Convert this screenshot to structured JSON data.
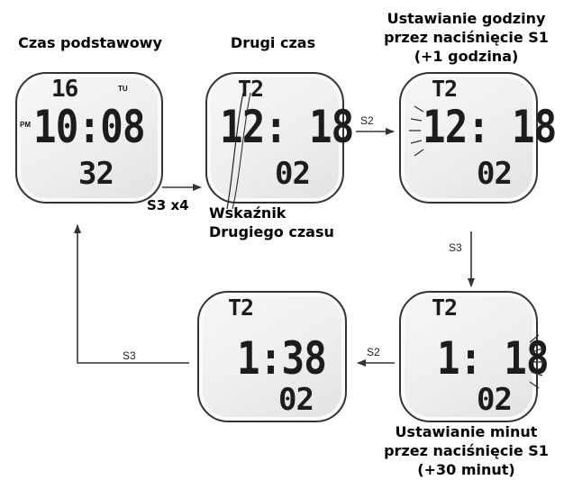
{
  "captions": {
    "base_time": "Czas podstawowy",
    "second_time": "Drugi czas",
    "set_hour": [
      "Ustawianie godziny",
      "przez naciśnięcie S1",
      "(+1 godzina)"
    ],
    "set_minutes": [
      "Ustawianie minut",
      "przez naciśnięcie S1",
      "(+30 minut)"
    ],
    "indicator": [
      "Wskaźnik",
      "Drugiego czasu"
    ]
  },
  "buttons": {
    "s3_x4": "S3 x4",
    "s2_a": "S2",
    "s3_a": "S3",
    "s2_b": "S2",
    "s3_b": "S3"
  },
  "watches": {
    "base": {
      "date": "16",
      "day": "TU",
      "pm": "PM",
      "time": "10:08",
      "seconds": "32"
    },
    "second": {
      "indicator": "T2",
      "time": "12: 18",
      "seconds": "02"
    },
    "hour_set": {
      "indicator": "T2",
      "time": "12: 18",
      "seconds": "02",
      "blinking": "hour"
    },
    "minute_set": {
      "indicator": "T2",
      "time": "1: 18",
      "seconds": "02",
      "blinking": "minutes"
    },
    "result": {
      "indicator": "T2",
      "time": "1:38",
      "seconds": "02"
    }
  }
}
